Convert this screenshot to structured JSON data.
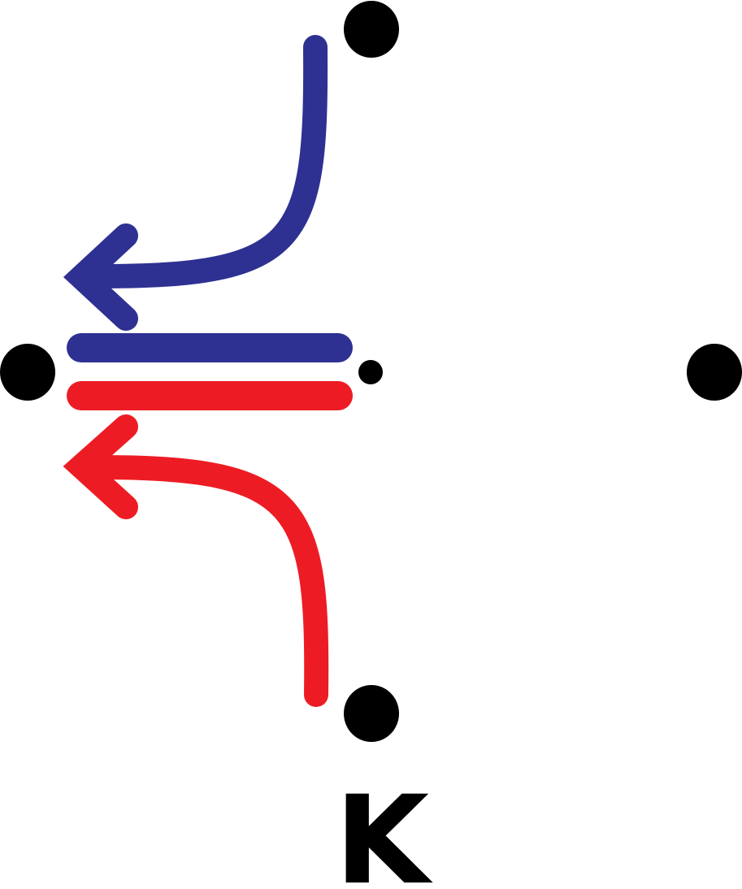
{
  "colors": {
    "node": "#000000",
    "blue": "#2e3192",
    "red": "#ed1c24",
    "background": "#ffffff"
  },
  "nodes": [
    {
      "id": "top"
    },
    {
      "id": "left"
    },
    {
      "id": "right"
    },
    {
      "id": "bottom"
    },
    {
      "id": "center-small"
    }
  ],
  "labels": {
    "bottom_node": "K"
  }
}
